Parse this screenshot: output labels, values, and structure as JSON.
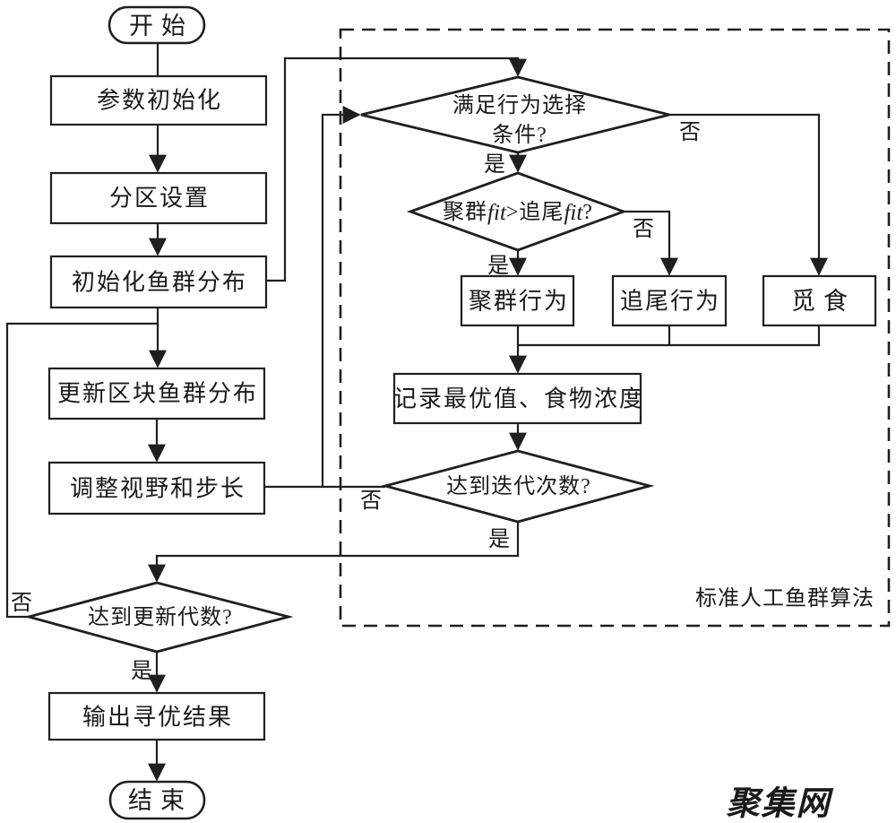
{
  "nodes": {
    "start": "开始",
    "param_init": "参数初始化",
    "partition_setup": "分区设置",
    "fish_init": "初始化鱼群分布",
    "update_block": "更新区块鱼群分布",
    "adjust_view_step": "调整视野和步长",
    "reach_update_gen": "达到更新代数?",
    "output_result": "输出寻优结果",
    "end": "结束",
    "behavior_select_line1": "满足行为选择",
    "behavior_select_line2": "条件?",
    "fit_compare": {
      "prefix": "聚群",
      "fit1": "fit",
      "middle": ">追尾",
      "fit2": "fit",
      "suffix": "?"
    },
    "swarm_behavior": "聚群行为",
    "follow_behavior": "追尾行为",
    "forage": "觅食",
    "record_best": "记录最优值、食物浓度",
    "reach_iterations": "达到迭代次数?"
  },
  "labels": {
    "yes": "是",
    "no": "否"
  },
  "region": {
    "label": "标准人工鱼群算法"
  },
  "watermark": {
    "text": "聚集网",
    "color": "#2CAD92"
  },
  "colors": {
    "line": "#1f1f1f",
    "background": "#ffffff"
  }
}
